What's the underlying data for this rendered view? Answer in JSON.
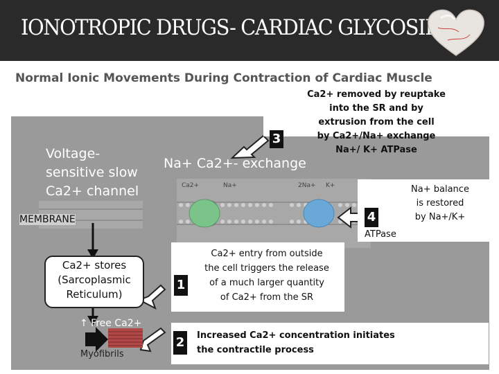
{
  "header": {
    "title": "IONOTROPIC DRUGS- CARDIAC GLYCOSIDES"
  },
  "subtitle": "Normal Ionic Movements During Contraction of Cardiac Muscle",
  "labels": {
    "voltage_channel": [
      "Voltage-",
      "sensitive slow",
      "Ca2+ channel"
    ],
    "membrane": "MEMBRANE",
    "exchange": "Na+ Ca2+- exchange",
    "ca_stores": [
      "Ca2+ stores",
      "(Sarcoplasmic",
      "Reticulum)"
    ],
    "free_ca": "↑ Free Ca2+",
    "myofibrils": "Myofibrils",
    "diagram_ca": "Ca2+",
    "diagram_na": "Na+",
    "diagram_2na": "2Na+",
    "diagram_k": "K+"
  },
  "steps": [
    {
      "number": "1",
      "lines": [
        "Ca2+ entry from outside",
        "the cell  triggers the release",
        "of a  much  larger quantity",
        "of Ca2+ from the SR"
      ]
    },
    {
      "number": "2",
      "lines": [
        "Increased Ca2+ concentration initiates",
        "the contractile process"
      ]
    },
    {
      "number": "3",
      "lines": [
        "Ca2+ removed by reuptake",
        "into the     SR and by",
        "extrusion from the cell",
        "by Ca2+/Na+ exchange",
        "Na+/ K+ ATPase"
      ]
    },
    {
      "number": "4",
      "lines": [
        "Na+ balance",
        "is restored",
        "by Na+/K+",
        "ATPase"
      ]
    }
  ],
  "colors": {
    "panel": "#9a9a9a",
    "header": "#2a2a2a",
    "membrane_pore": "#7ac48a",
    "pump": "#6aa8d8"
  }
}
